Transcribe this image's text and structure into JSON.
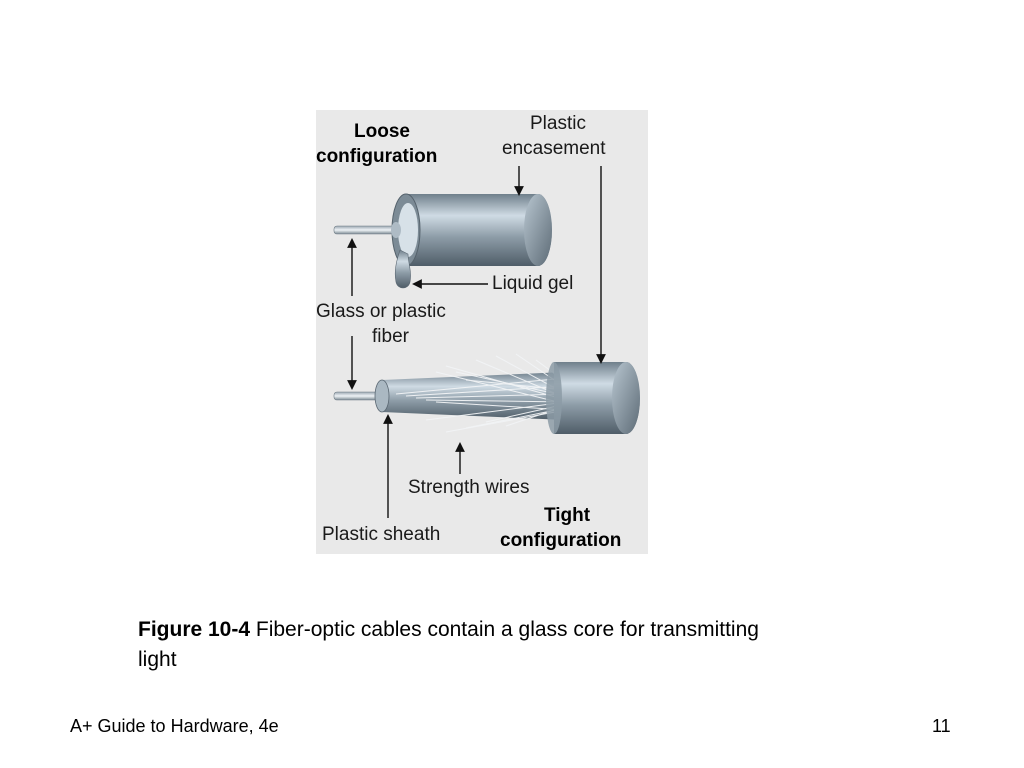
{
  "diagram": {
    "labels": {
      "loose_line1": "Loose",
      "loose_line2": "configuration",
      "plastic_line1": "Plastic",
      "plastic_line2": "encasement",
      "liquid_gel": "Liquid gel",
      "glass_line1": "Glass or plastic",
      "glass_line2": "fiber",
      "strength_wires": "Strength wires",
      "plastic_sheath": "Plastic sheath",
      "tight_line1": "Tight",
      "tight_line2": "configuration"
    }
  },
  "caption": {
    "figure_number": "Figure 10-4",
    "text": " Fiber-optic cables contain a glass core for transmitting light"
  },
  "footer": {
    "source": "A+ Guide to Hardware, 4e",
    "page_number": "11"
  },
  "colors": {
    "panel_background": "#e9e9e9",
    "cable_shade_dark": "#5f6f7c",
    "cable_shade_light": "#c9d6e0"
  }
}
